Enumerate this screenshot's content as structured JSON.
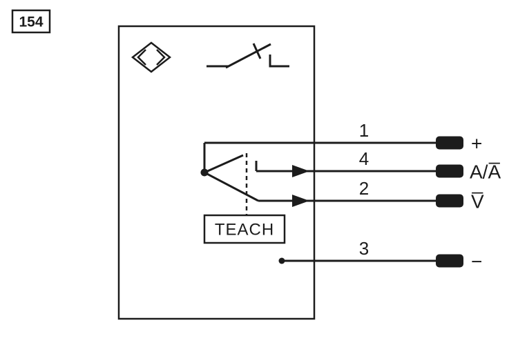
{
  "figure_number": "154",
  "sensor": {
    "teach_label": "TEACH"
  },
  "pins": [
    {
      "number": "1",
      "terminal_label": "+"
    },
    {
      "number": "4",
      "terminal_label": "A/A̅"
    },
    {
      "number": "2",
      "terminal_label": "V̅"
    },
    {
      "number": "3",
      "terminal_label": "−"
    }
  ],
  "colors": {
    "body_fill": "#7FA9D1",
    "line": "#1C1C1C",
    "terminal_fill": "#1C1C1C",
    "background": "#FFFFFF"
  }
}
